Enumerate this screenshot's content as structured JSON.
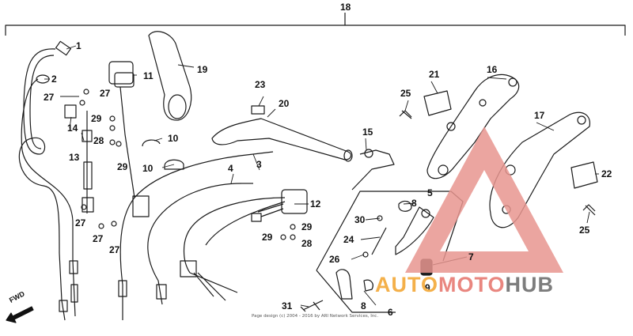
{
  "labels": {
    "p1": "1",
    "p2": "2",
    "p3": "3",
    "p4": "4",
    "p5": "5",
    "p6": "6",
    "p7": "7",
    "p8": "8",
    "p9": "9",
    "p10": "10",
    "p11": "11",
    "p12": "12",
    "p13": "13",
    "p14": "14",
    "p15": "15",
    "p16": "16",
    "p17": "17",
    "p18": "18",
    "p19": "19",
    "p20": "20",
    "p21": "21",
    "p22": "22",
    "p23": "23",
    "p24": "24",
    "p25": "25",
    "p26": "26",
    "p27": "27",
    "p28": "28",
    "p29": "29",
    "p30": "30",
    "p31": "31"
  },
  "fwd_label": "FWD",
  "copyright": "Page design (c) 2004 - 2016 by ARI Network Services, Inc.",
  "watermark": {
    "part1": "AUTO",
    "part2": "MOTO",
    "part3": "HUB"
  },
  "colors": {
    "line": "#1a1a1a",
    "watermark_triangle": "#e8958f",
    "watermark_auto": "#f4b04a",
    "watermark_hub": "#7d7d7d"
  }
}
